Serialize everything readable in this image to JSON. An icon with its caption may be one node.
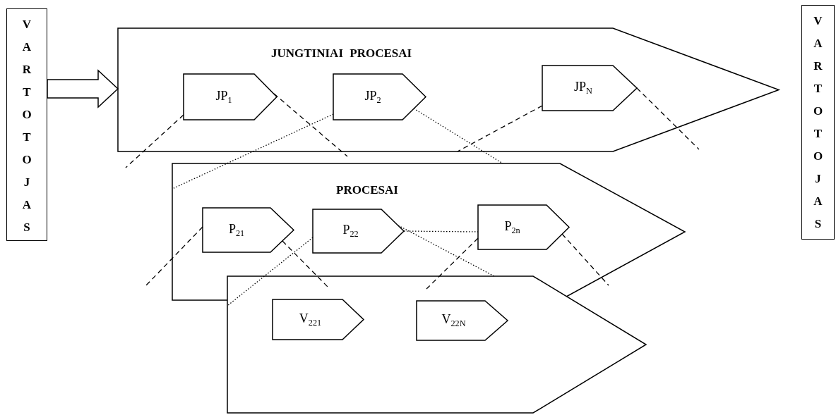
{
  "diagram": {
    "nodes": [
      {
        "text": [
          "VARTOTOJAS"
        ]
      },
      {
        "text": [
          "JUNGTINIAI PROCESAI"
        ]
      },
      {
        "text": [
          "JP$_{1}$"
        ],
        "in": 1
      },
      {
        "text": [
          "JP$_{2}$"
        ],
        "in": 1
      },
      {
        "text": [
          "JP$_{N}$"
        ],
        "in": 1
      },
      {
        "text": [
          "PROCESAI"
        ]
      },
      {
        "text": [
          "P$_{21}$"
        ],
        "in": 5
      },
      {
        "text": [
          "P$_{22}$"
        ],
        "in": 5
      },
      {
        "text": [
          "P$_{2n}$"
        ],
        "in": 5
      },
      {
        "text": [],
        "shape": "pentagon"
      },
      {
        "text": [
          "V$_{221}$"
        ],
        "in": 9
      },
      {
        "text": [
          "V$_{22N}$"
        ],
        "in": 9
      },
      {
        "text": [
          "VARTOTOJAS"
        ]
      }
    ],
    "edges": [
      {
        "from": 0,
        "to": 1,
        "arrow": "to",
        "style": "thick"
      },
      {
        "from": 2,
        "to": null,
        "arrow": "none",
        "style": "dashed"
      },
      {
        "from": 2,
        "to": null,
        "arrow": "none",
        "style": "dashed"
      },
      {
        "from": 3,
        "to": 5,
        "arrow": "none",
        "style": "dashed"
      },
      {
        "from": 3,
        "to": 5,
        "arrow": "none",
        "style": "dashed"
      },
      {
        "from": 4,
        "to": null,
        "arrow": "none",
        "style": "dashed"
      },
      {
        "from": 4,
        "to": null,
        "arrow": "none",
        "style": "dashed"
      },
      {
        "from": 6,
        "to": null,
        "arrow": "none",
        "style": "dashed"
      },
      {
        "from": 6,
        "to": null,
        "arrow": "none",
        "style": "dashed"
      },
      {
        "from": 7,
        "to": 9,
        "arrow": "none",
        "style": "dashed"
      },
      {
        "from": 7,
        "to": 9,
        "arrow": "none",
        "style": "dashed"
      },
      {
        "from": 7,
        "to": 8,
        "arrow": "none",
        "style": "dashed"
      },
      {
        "from": 8,
        "to": null,
        "arrow": "none",
        "style": "dashed"
      },
      {
        "from": 8,
        "to": null,
        "arrow": "none",
        "style": "dashed"
      }
    ]
  }
}
